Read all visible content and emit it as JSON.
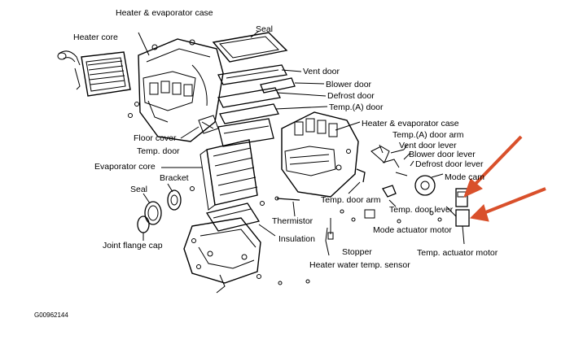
{
  "labels": {
    "heater_evaporator_case_top": "Heater & evaporator case",
    "seal_top": "Seal",
    "heater_core": "Heater core",
    "vent_door": "Vent door",
    "blower_door": "Blower door",
    "defrost_door": "Defrost door",
    "temp_a_door": "Temp.(A) door",
    "heater_evaporator_case_right": "Heater & evaporator case",
    "temp_a_door_arm": "Temp.(A) door arm",
    "vent_door_lever": "Vent door lever",
    "blower_door_lever": "Blower door lever",
    "defrost_door_lever": "Defrost door lever",
    "mode_cam": "Mode cam",
    "floor_cover": "Floor cover",
    "temp_door": "Temp. door",
    "evaporator_core": "Evaporator core",
    "bracket": "Bracket",
    "seal_left": "Seal",
    "temp_door_arm": "Temp. door arm",
    "temp_door_lever": "Temp. door lever",
    "mode_actuator_motor": "Mode actuator motor",
    "thermistor": "Thermistor",
    "insulation": "Insulation",
    "joint_flange_cap": "Joint flange cap",
    "stopper": "Stopper",
    "temp_actuator_motor": "Temp. actuator motor",
    "heater_water_temp_sensor": "Heater water temp. sensor",
    "figure_code": "G00962144"
  },
  "colors": {
    "line": "#000000",
    "arrow": "#d9502b",
    "background": "#ffffff"
  }
}
